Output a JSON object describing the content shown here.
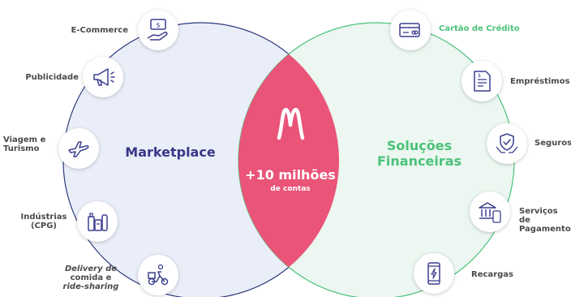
{
  "colors": {
    "left_fill": "#e9eef8",
    "left_stroke": "#2e3a7c",
    "right_fill": "#ebf7f0",
    "right_stroke": "#4cc27a",
    "intersection": "#ea5478",
    "marketplace_text": "#3a3688",
    "financeiras_text": "#4cc27a",
    "icon_stroke": "#3b3f8f"
  },
  "left_circle": {
    "title": "Marketplace"
  },
  "right_circle": {
    "title_line1": "Soluções",
    "title_line2": "Financeiras"
  },
  "center": {
    "logo_icon": "m-logo-icon",
    "count": "+10 milhões",
    "sub": "de contas"
  },
  "left_items": [
    {
      "icon": "payment-hand-icon",
      "line1": "E-Commerce",
      "line2": "",
      "line3": ""
    },
    {
      "icon": "megaphone-icon",
      "line1": "Publicidade",
      "line2": "",
      "line3": ""
    },
    {
      "icon": "airplane-icon",
      "line1": "Viagem e",
      "line2": "Turismo",
      "line3": ""
    },
    {
      "icon": "products-icon",
      "line1": "Indústrias",
      "line2": "(CPG)",
      "line3": ""
    },
    {
      "icon": "delivery-scooter-icon",
      "line1": "Delivery de",
      "line2": "comida e",
      "line3": "ride-sharing"
    }
  ],
  "right_items": [
    {
      "icon": "credit-card-icon",
      "line1": "Cartão de Crédito",
      "line2": ""
    },
    {
      "icon": "document-icon",
      "line1": "Empréstimos",
      "line2": ""
    },
    {
      "icon": "shield-hands-icon",
      "line1": "Seguros",
      "line2": ""
    },
    {
      "icon": "bank-payment-icon",
      "line1": "Serviços de",
      "line2": "Pagamento"
    },
    {
      "icon": "mobile-recharge-icon",
      "line1": "Recargas",
      "line2": ""
    }
  ]
}
